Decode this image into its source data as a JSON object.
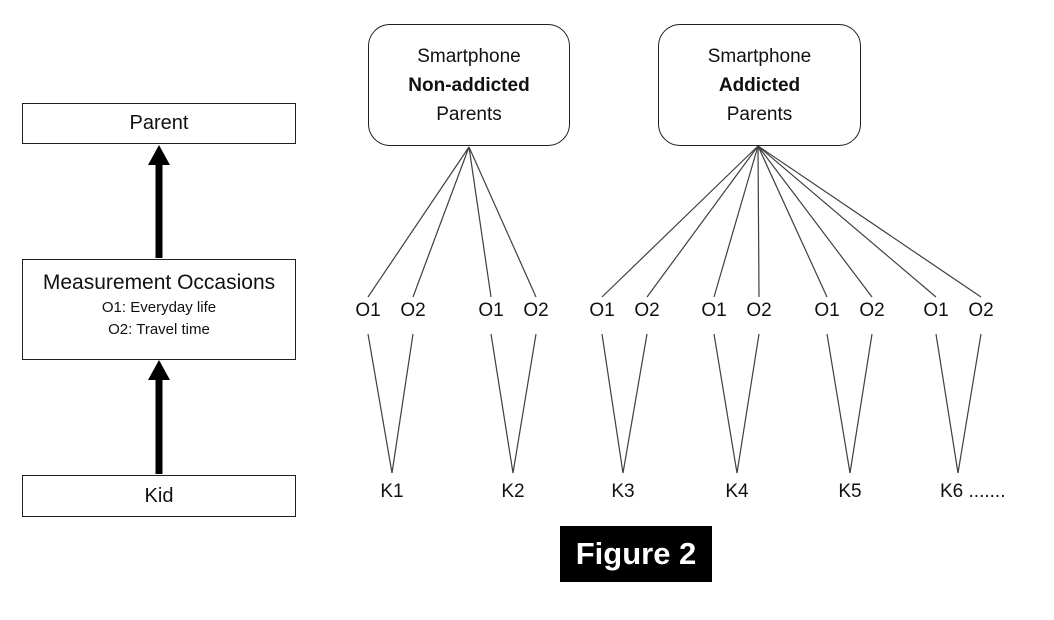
{
  "diagram": {
    "caption": "Figure 2",
    "left_flow": {
      "parent_label": "Parent",
      "measurement_title": "Measurement Occasions",
      "measurement_sub1": "O1: Everyday life",
      "measurement_sub2": "O2: Travel time",
      "kid_label": "Kid"
    },
    "groups": {
      "nonaddicted": {
        "line1": "Smartphone",
        "line2": "Non-addicted",
        "line3": "Parents"
      },
      "addicted": {
        "line1": "Smartphone",
        "line2": "Addicted",
        "line3": "Parents"
      }
    },
    "occasion_labels": [
      "O1",
      "O2",
      "O1",
      "O2",
      "O1",
      "O2",
      "O1",
      "O2",
      "O1",
      "O2",
      "O1",
      "O2"
    ],
    "kid_labels": [
      "K1",
      "K2",
      "K3",
      "K4",
      "K5",
      "K6 ......."
    ],
    "colors": {
      "connector_line": "#3f3f3f",
      "arrow": "#000000",
      "box_border": "#1f1f1f",
      "caption_bg": "#000000",
      "caption_fg": "#ffffff"
    }
  }
}
